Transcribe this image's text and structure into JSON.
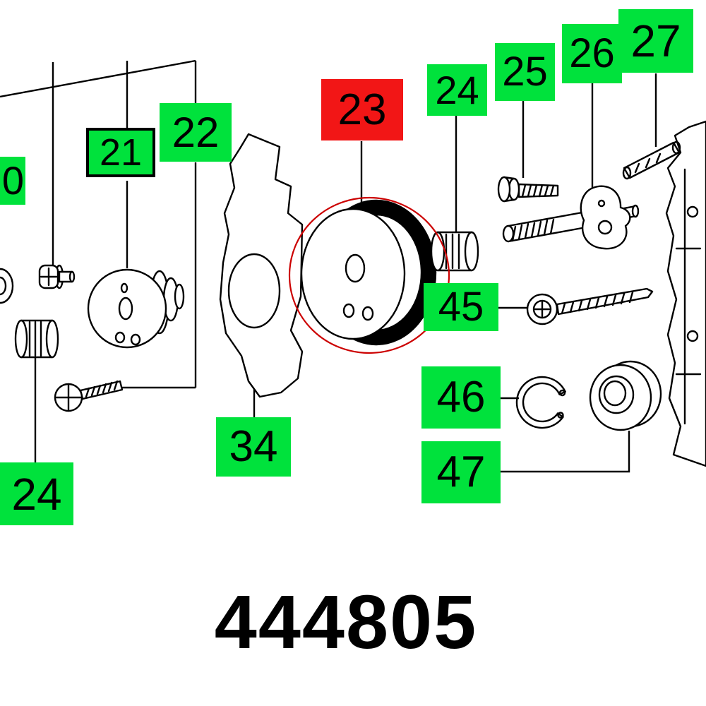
{
  "page": {
    "part_number": "444805"
  },
  "labels": {
    "l20": "0",
    "l21": "21",
    "l22": "22",
    "l23": "23",
    "l24_top": "24",
    "l25": "25",
    "l26": "26",
    "l27": "27",
    "l34": "34",
    "l45": "45",
    "l46": "46",
    "l47": "47",
    "l24_bottom": "24"
  },
  "colors": {
    "label_green": "#00E23C",
    "label_selected_red": "#F21616",
    "highlight_circle_red": "#CC0000",
    "line": "#000000"
  }
}
